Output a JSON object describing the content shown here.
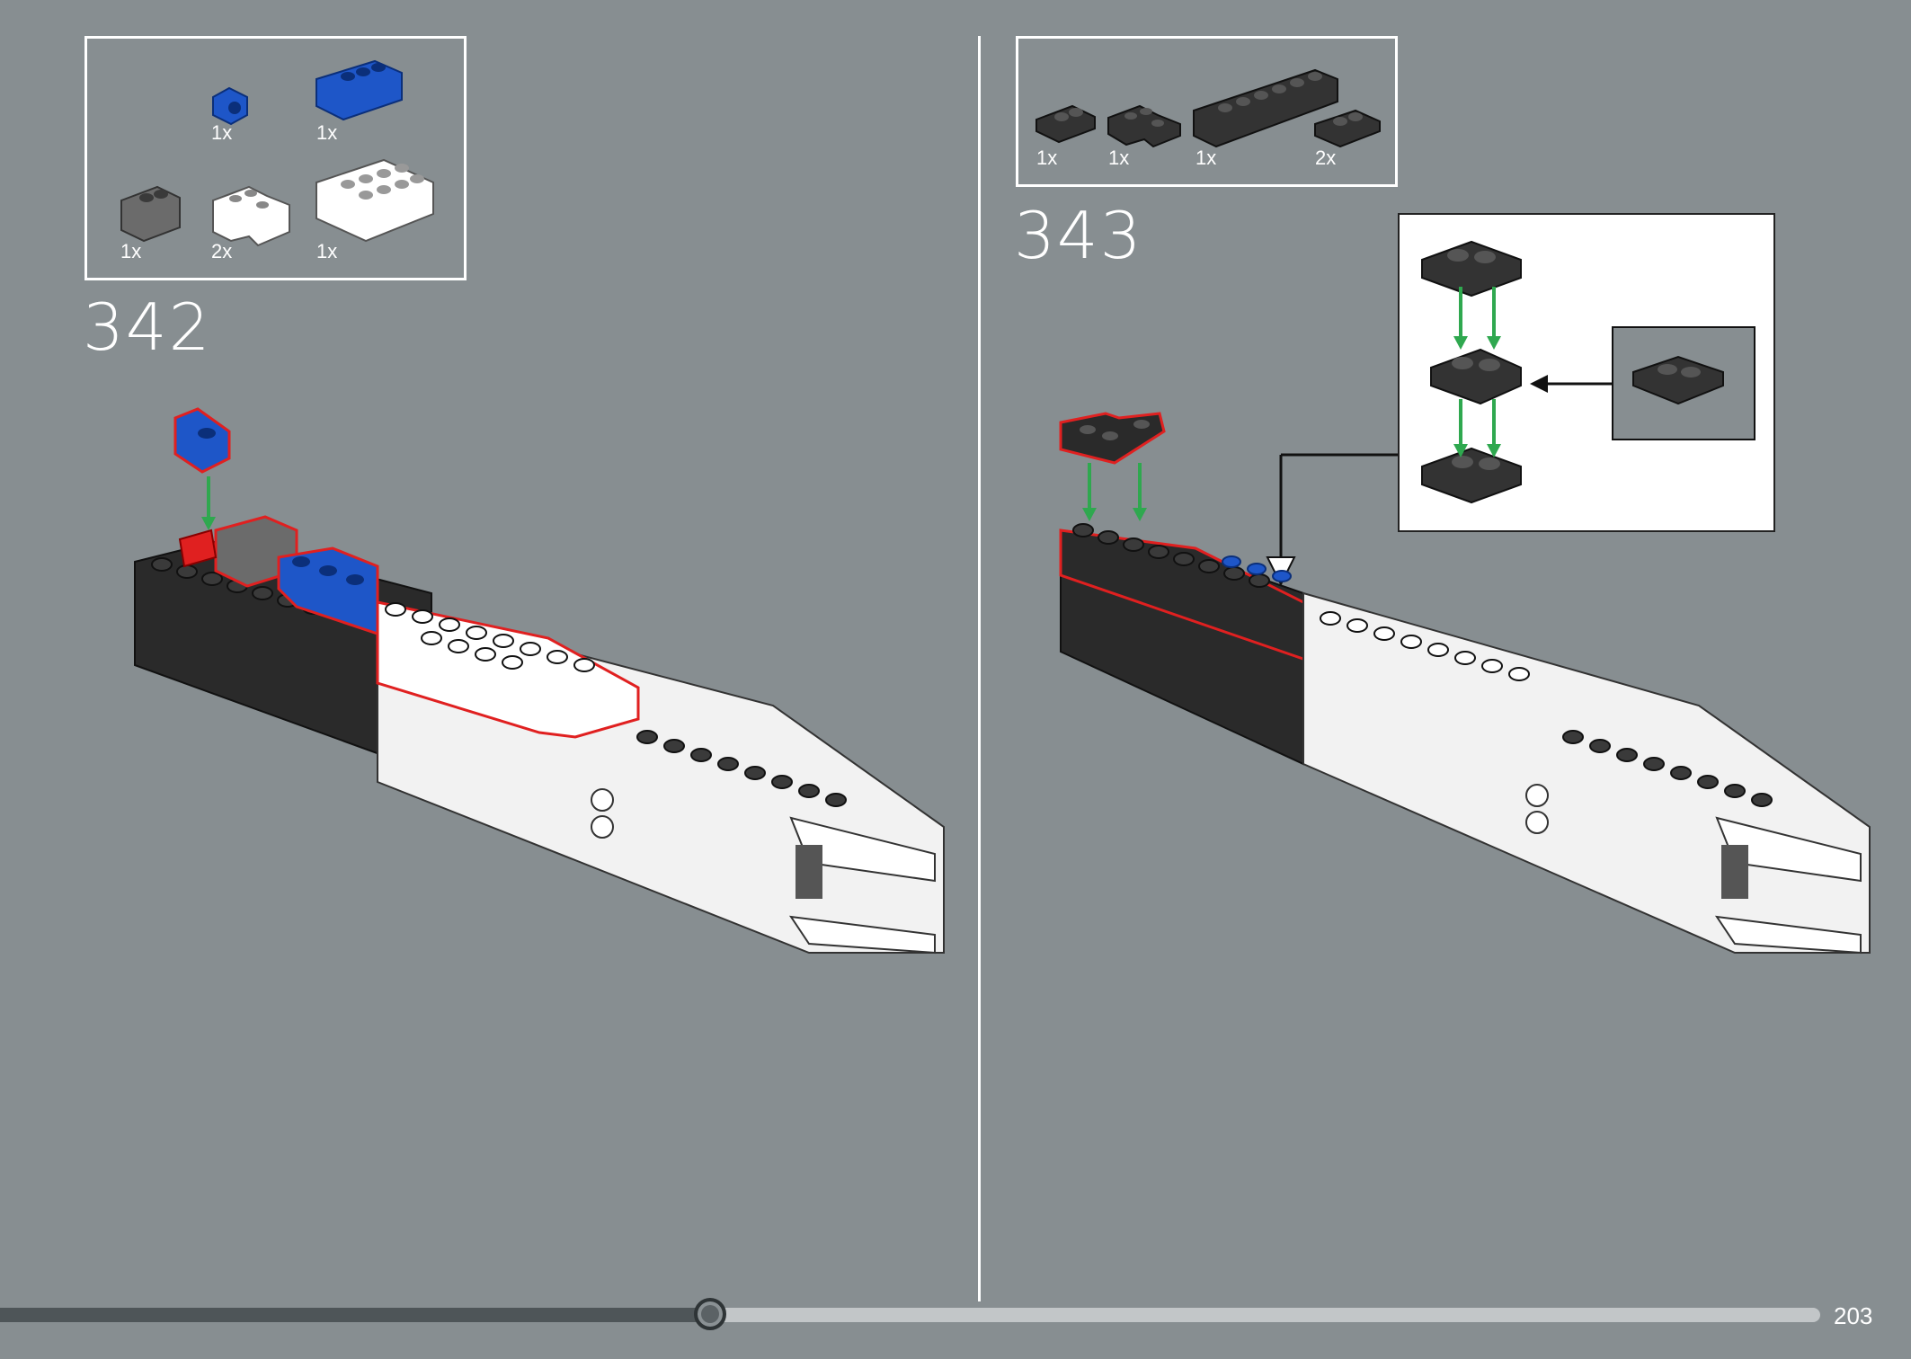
{
  "left_step": {
    "number": "342",
    "parts": [
      {
        "qty": "1x",
        "color": "#1e56c8",
        "icon": "blue-bracket-1x1-icon"
      },
      {
        "qty": "1x",
        "color": "#1e56c8",
        "icon": "blue-brick-1x3-icon"
      },
      {
        "qty": "1x",
        "color": "#6b6b6b",
        "icon": "grey-brick-1x2-icon"
      },
      {
        "qty": "2x",
        "color": "#ffffff",
        "icon": "white-corner-brick-icon"
      },
      {
        "qty": "1x",
        "color": "#ffffff",
        "icon": "white-brick-2x4-icon"
      }
    ]
  },
  "right_step": {
    "number": "343",
    "parts": [
      {
        "qty": "1x",
        "color": "#333333",
        "icon": "black-plate-1x2-icon"
      },
      {
        "qty": "1x",
        "color": "#333333",
        "icon": "black-corner-plate-icon"
      },
      {
        "qty": "1x",
        "color": "#333333",
        "icon": "black-plate-1x6-icon"
      },
      {
        "qty": "2x",
        "color": "#333333",
        "icon": "black-jumper-plate-icon"
      }
    ]
  },
  "footer": {
    "page_number": "203",
    "progress": 0.39
  },
  "colors": {
    "background": "#878e91",
    "highlight": "#e02020",
    "arrow": "#2fa84f"
  }
}
